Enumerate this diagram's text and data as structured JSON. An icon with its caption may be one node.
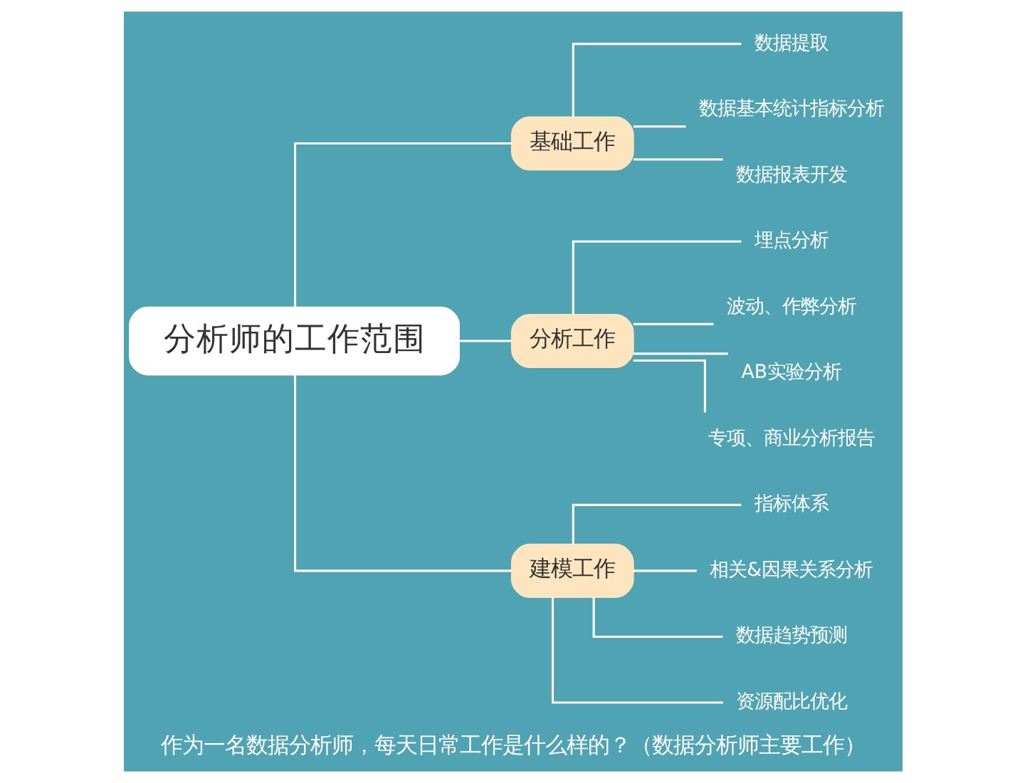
{
  "diagram": {
    "caption": "作为一名数据分析师，每天日常工作是什么样的？（数据分析师主要工作）",
    "nodes": [
      {
        "text": [
          "分析师的工作范围"
        ]
      },
      {
        "text": [
          "基础工作"
        ]
      },
      {
        "text": [
          "数据提取"
        ]
      },
      {
        "text": [
          "数据基本统计指标分析"
        ]
      },
      {
        "text": [
          "数据报表开发"
        ]
      },
      {
        "text": [
          "分析工作"
        ]
      },
      {
        "text": [
          "埋点分析"
        ]
      },
      {
        "text": [
          "波动、作弊分析"
        ]
      },
      {
        "text": [
          "AB实验分析"
        ]
      },
      {
        "text": [
          "专项、商业分析报告"
        ]
      },
      {
        "text": [
          "建模工作"
        ]
      },
      {
        "text": [
          "指标体系"
        ]
      },
      {
        "text": [
          "相关&因果关系分析"
        ]
      },
      {
        "text": [
          "数据趋势预测"
        ]
      },
      {
        "text": [
          "资源配比优化"
        ]
      }
    ],
    "edges": [
      {
        "from": 0,
        "to": 1,
        "arrow": "none"
      },
      {
        "from": 1,
        "to": 2,
        "arrow": "none"
      },
      {
        "from": 1,
        "to": 3,
        "arrow": "none"
      },
      {
        "from": 1,
        "to": 4,
        "arrow": "none"
      },
      {
        "from": 0,
        "to": 5,
        "arrow": "none"
      },
      {
        "from": 5,
        "to": 6,
        "arrow": "none"
      },
      {
        "from": 5,
        "to": 7,
        "arrow": "none"
      },
      {
        "from": 5,
        "to": 8,
        "arrow": "none"
      },
      {
        "from": 5,
        "to": 9,
        "arrow": "none"
      },
      {
        "from": 0,
        "to": 10,
        "arrow": "none"
      },
      {
        "from": 10,
        "to": 11,
        "arrow": "none"
      },
      {
        "from": 10,
        "to": 12,
        "arrow": "none"
      },
      {
        "from": 10,
        "to": 13,
        "arrow": "none"
      },
      {
        "from": 10,
        "to": 14,
        "arrow": "none"
      }
    ]
  }
}
